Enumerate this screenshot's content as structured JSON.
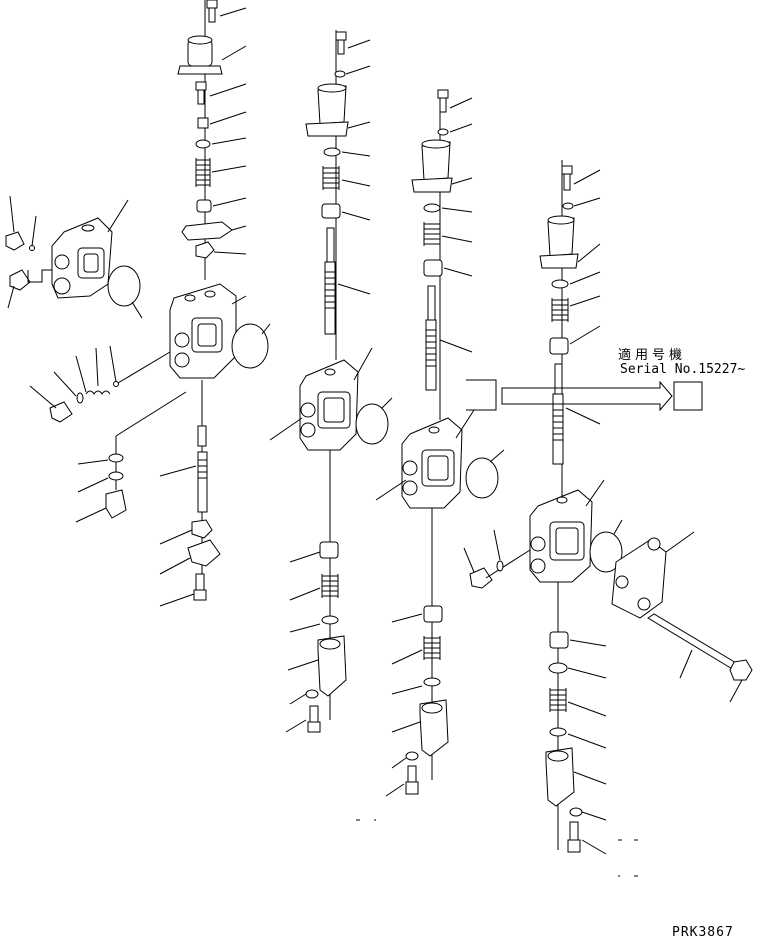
{
  "diagram": {
    "applicability_label": "適用号機",
    "serial_label": "Serial No.15227~",
    "drawing_code": "PRK3867"
  }
}
